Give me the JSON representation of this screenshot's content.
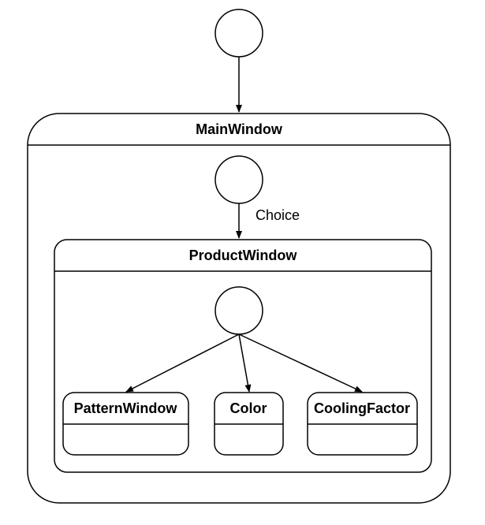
{
  "diagram": {
    "main_state": {
      "title": "MainWindow"
    },
    "choice_label": "Choice",
    "product_state": {
      "title": "ProductWindow"
    },
    "substates": [
      {
        "title": "PatternWindow"
      },
      {
        "title": "Color"
      },
      {
        "title": "CoolingFactor"
      }
    ]
  },
  "colors": {
    "stroke": "#000000",
    "fill": "#ffffff"
  }
}
